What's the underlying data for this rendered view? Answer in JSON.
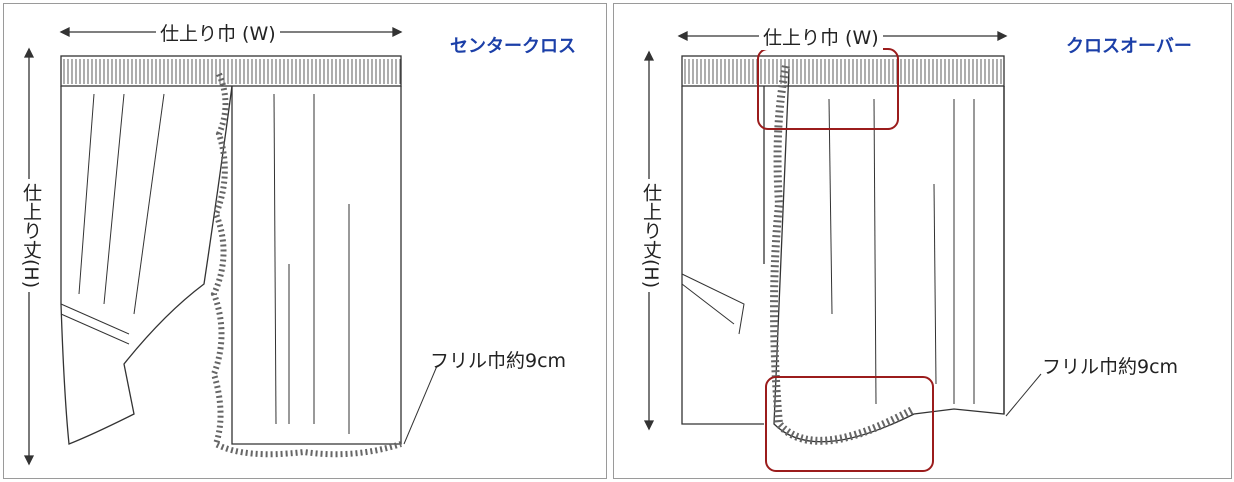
{
  "left_panel": {
    "title": "センタークロス",
    "width_label": "仕上り巾 (W)",
    "height_label": "仕上り丈(H)",
    "frill_label": "フリル巾約9cm"
  },
  "right_panel": {
    "title": "クロスオーバー",
    "width_label": "仕上り巾 (W)",
    "height_label": "仕上り丈(H)",
    "frill_label": "フリル巾約9cm",
    "highlight_color": "#9b1c1c"
  }
}
